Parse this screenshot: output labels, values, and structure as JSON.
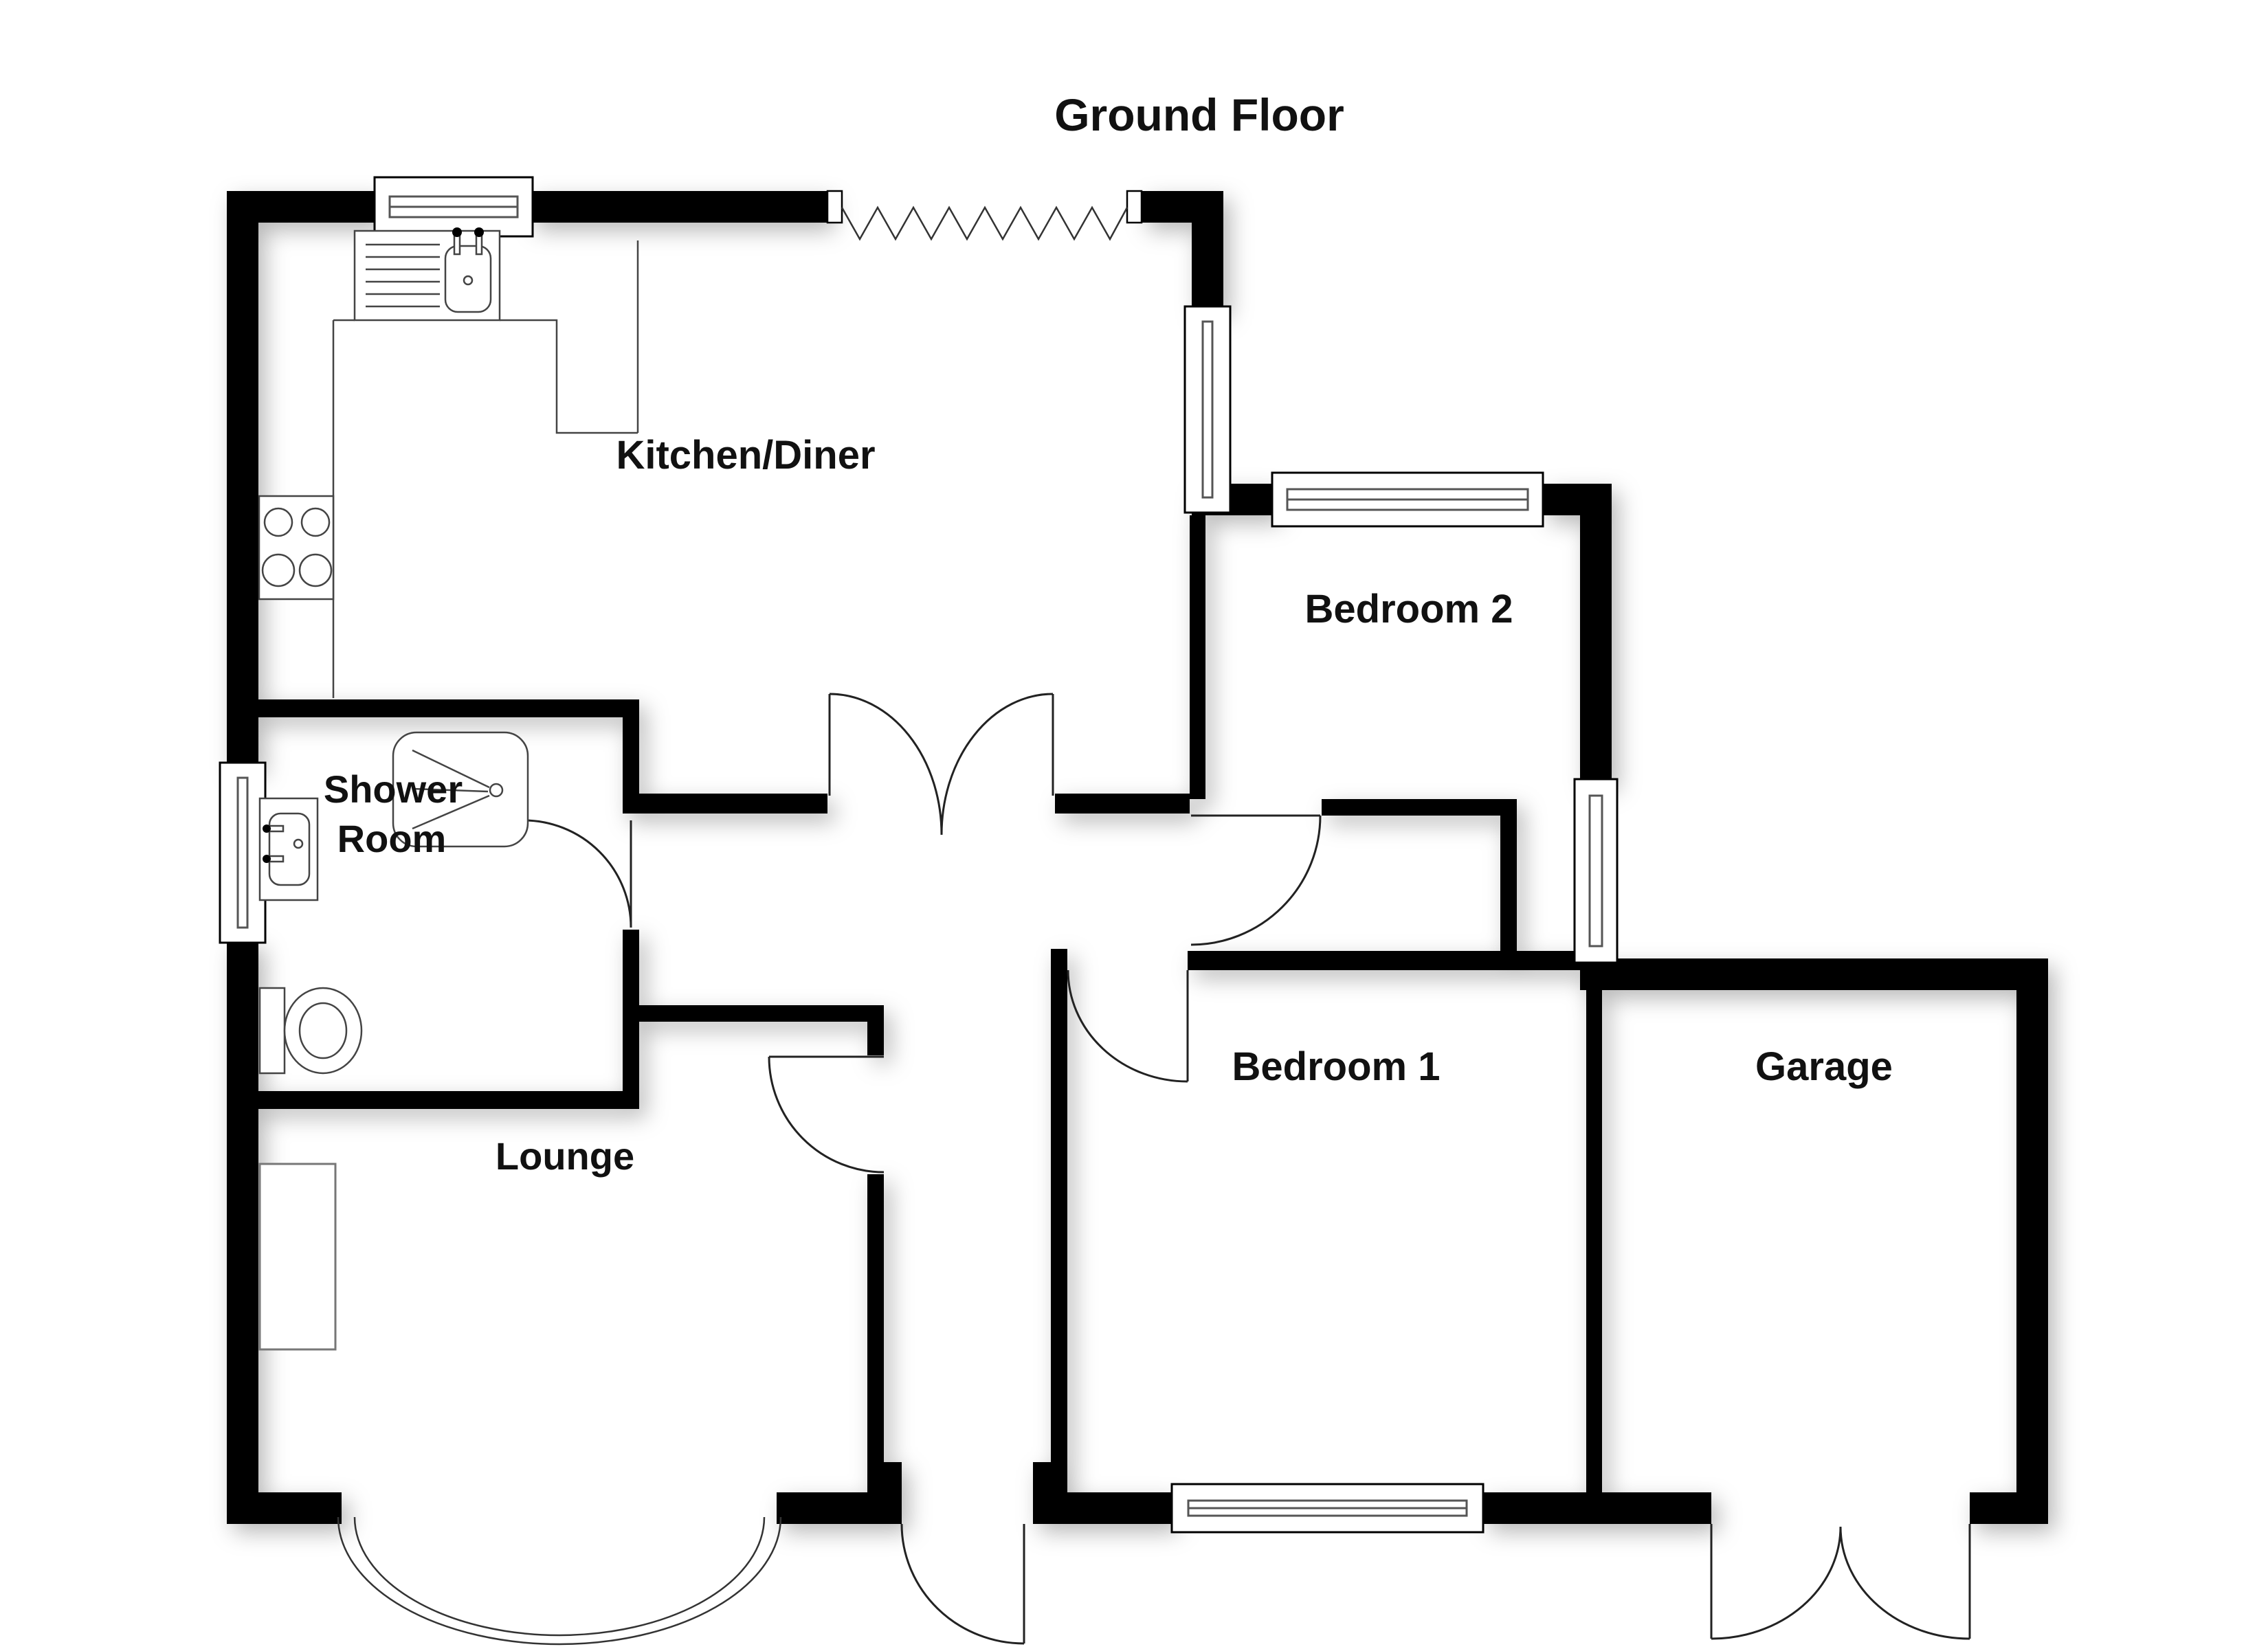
{
  "title": "Ground Floor",
  "rooms": {
    "kitchen": "Kitchen/Diner",
    "bedroom2": "Bedroom 2",
    "shower_line1": "Shower",
    "shower_line2": "Room",
    "lounge": "Lounge",
    "bedroom1": "Bedroom 1",
    "garage": "Garage"
  },
  "colors": {
    "wall": "#000000",
    "floor": "#ffffff",
    "fixture_line": "#444444",
    "text": "#111111"
  },
  "legend": {
    "plan_type": "floor-plan",
    "floor": "ground"
  }
}
